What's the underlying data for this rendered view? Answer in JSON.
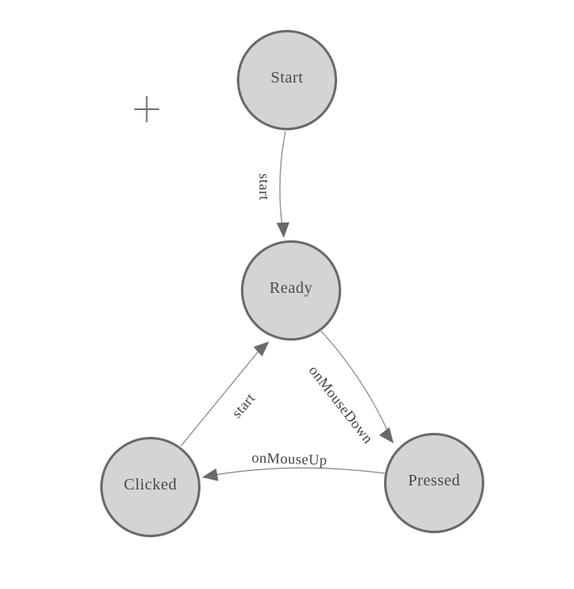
{
  "canvas": {
    "background": "#ffffff"
  },
  "colors": {
    "node_fill": "#d4d4d4",
    "node_border": "#696969",
    "edge_line": "#858585",
    "arrowhead": "#6a6a6a",
    "text": "#4a4a4a"
  },
  "nodes": [
    {
      "id": "start",
      "label": "Start"
    },
    {
      "id": "ready",
      "label": "Ready"
    },
    {
      "id": "clicked",
      "label": "Clicked"
    },
    {
      "id": "pressed",
      "label": "Pressed"
    }
  ],
  "edges": [
    {
      "id": "start-to-ready",
      "label": "start",
      "from": "Start",
      "to": "Ready"
    },
    {
      "id": "clicked-to-ready",
      "label": "start",
      "from": "Clicked",
      "to": "Ready"
    },
    {
      "id": "ready-to-pressed",
      "label": "onMouseDown",
      "from": "Ready",
      "to": "Pressed"
    },
    {
      "id": "pressed-to-clicked",
      "label": "onMouseUp",
      "from": "Pressed",
      "to": "Clicked"
    }
  ]
}
